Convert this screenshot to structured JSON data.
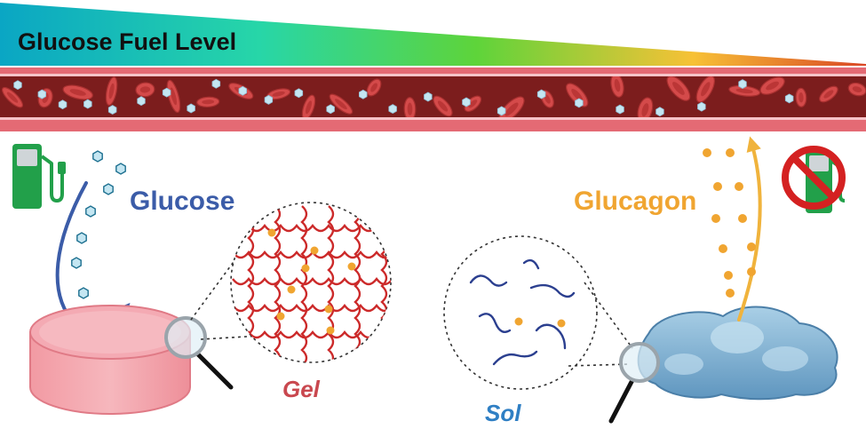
{
  "title": "Glucose Fuel Level",
  "labels": {
    "glucose": "Glucose",
    "glucagon": "Glucagon",
    "gel": "Gel",
    "sol": "Sol"
  },
  "icons": {
    "fuel_pump": "fuel-pump-icon",
    "no_fuel": "no-fuel-icon",
    "magnifier": "magnifier-icon",
    "glucose_molecule": "hexagon-icon"
  },
  "colors": {
    "gradient": [
      "#0aa6c4",
      "#27d6a8",
      "#5ed43a",
      "#f7c136",
      "#d94725"
    ],
    "vessel_wall": "#e46a74",
    "vessel_lumen": "#7c1d1d",
    "red_cell": "#d44a4a",
    "glucose": "#c4e6f2",
    "glucagon": "#f0a531",
    "glucose_label": "#3b5ca8",
    "glucagon_label": "#f0a531",
    "gel_label": "#c9484f",
    "sol_label": "#2f7fc4",
    "pump": "#22a04a",
    "no_sign": "#d42121"
  }
}
